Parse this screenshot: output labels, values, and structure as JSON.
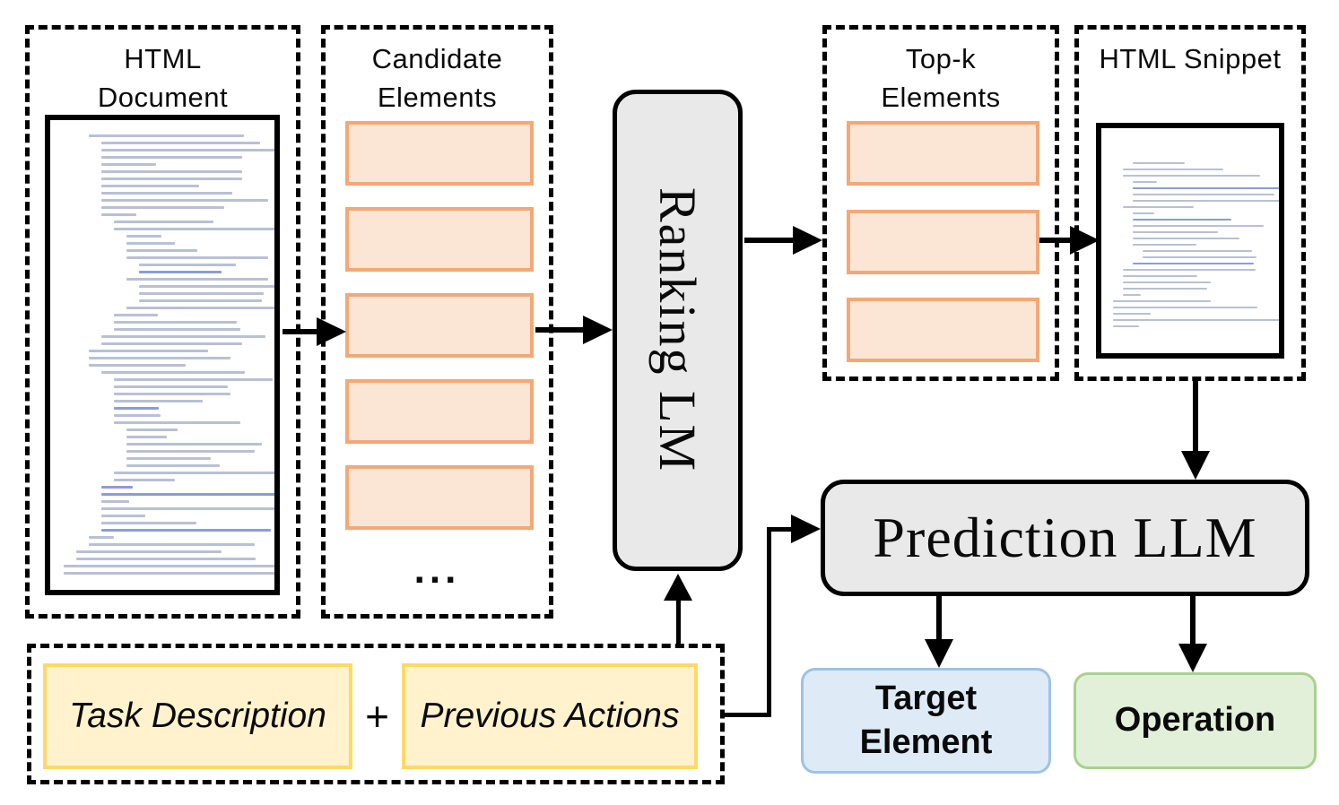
{
  "figure": {
    "html_document": {
      "title": "HTML Document"
    },
    "candidate_elements": {
      "title": "Candidate Elements",
      "ellipsis": "...",
      "box_count": 5
    },
    "ranking_lm": {
      "label": "Ranking LM"
    },
    "topk_elements": {
      "title": "Top-k Elements",
      "box_count": 3
    },
    "html_snippet": {
      "title": "HTML Snippet"
    },
    "prediction_llm": {
      "label": "Prediction LLM"
    },
    "task_input": {
      "task_description": "Task Description",
      "plus": "+",
      "previous_actions": "Previous Actions"
    },
    "outputs": {
      "target_element": "Target Element",
      "operation": "Operation"
    },
    "colors": {
      "element_fill": "#FBE6D5",
      "element_border": "#F2A877",
      "input_fill": "#FFF2CC",
      "input_border": "#FFD966",
      "target_fill": "#DEEBF7",
      "target_border": "#9DC3E6",
      "operation_fill": "#E2F0D9",
      "operation_border": "#A9D18E",
      "model_fill": "#E9E9E9",
      "line_color": "#000000"
    }
  }
}
